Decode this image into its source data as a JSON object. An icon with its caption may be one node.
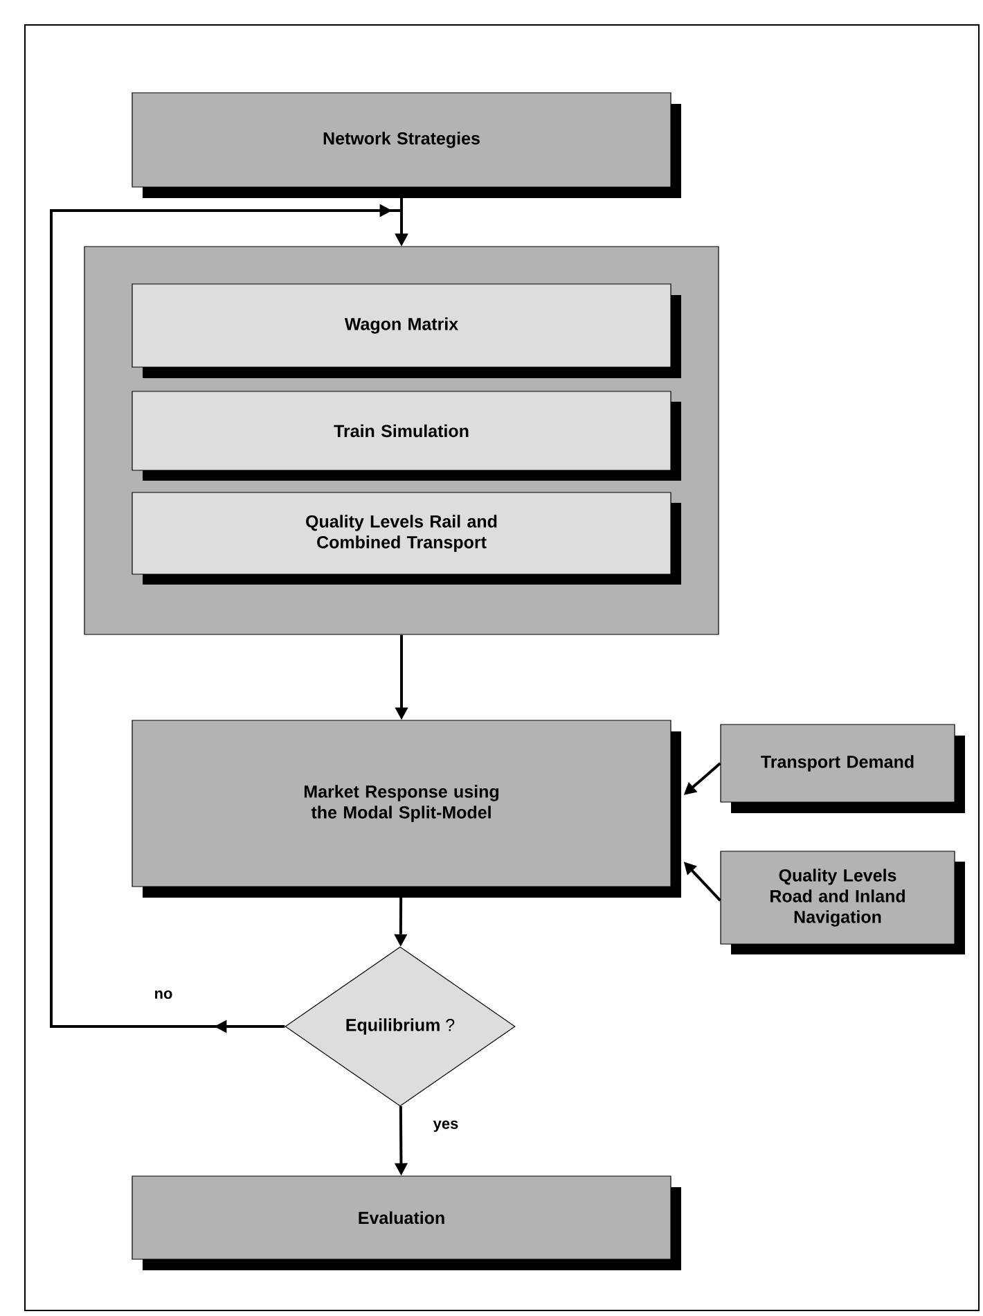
{
  "diagram": {
    "nodes": [
      {
        "text": [
          "Network Strategies"
        ]
      },
      {
        "text": [],
        "shape": "box"
      },
      {
        "text": [
          "Wagon Matrix"
        ],
        "in": 1
      },
      {
        "text": [
          "Train Simulation"
        ],
        "in": 1
      },
      {
        "text": [
          "Quality Levels Rail and Combined Transport"
        ],
        "in": 1
      },
      {
        "text": [
          "Market Response using the Modal Split-Model"
        ]
      },
      {
        "text": [
          "Transport Demand"
        ]
      },
      {
        "text": [
          "Quality Levels Road and Inland Navigation"
        ]
      },
      {
        "text": [
          "**Equilibrium** ?"
        ]
      },
      {
        "text": [
          "Evaluation"
        ]
      }
    ],
    "edges": [
      {
        "from": 0,
        "to": 1,
        "arrow": "to"
      },
      {
        "from": 1,
        "to": 5,
        "arrow": "to"
      },
      {
        "from": 6,
        "to": 5,
        "arrow": "to"
      },
      {
        "from": 7,
        "to": 5,
        "arrow": "to"
      },
      {
        "from": 5,
        "to": 8,
        "arrow": "to"
      },
      {
        "from": 8,
        "to": 1,
        "arrow": "to",
        "label": "no"
      },
      {
        "from": 8,
        "to": 9,
        "arrow": "to",
        "label": "yes"
      }
    ]
  }
}
